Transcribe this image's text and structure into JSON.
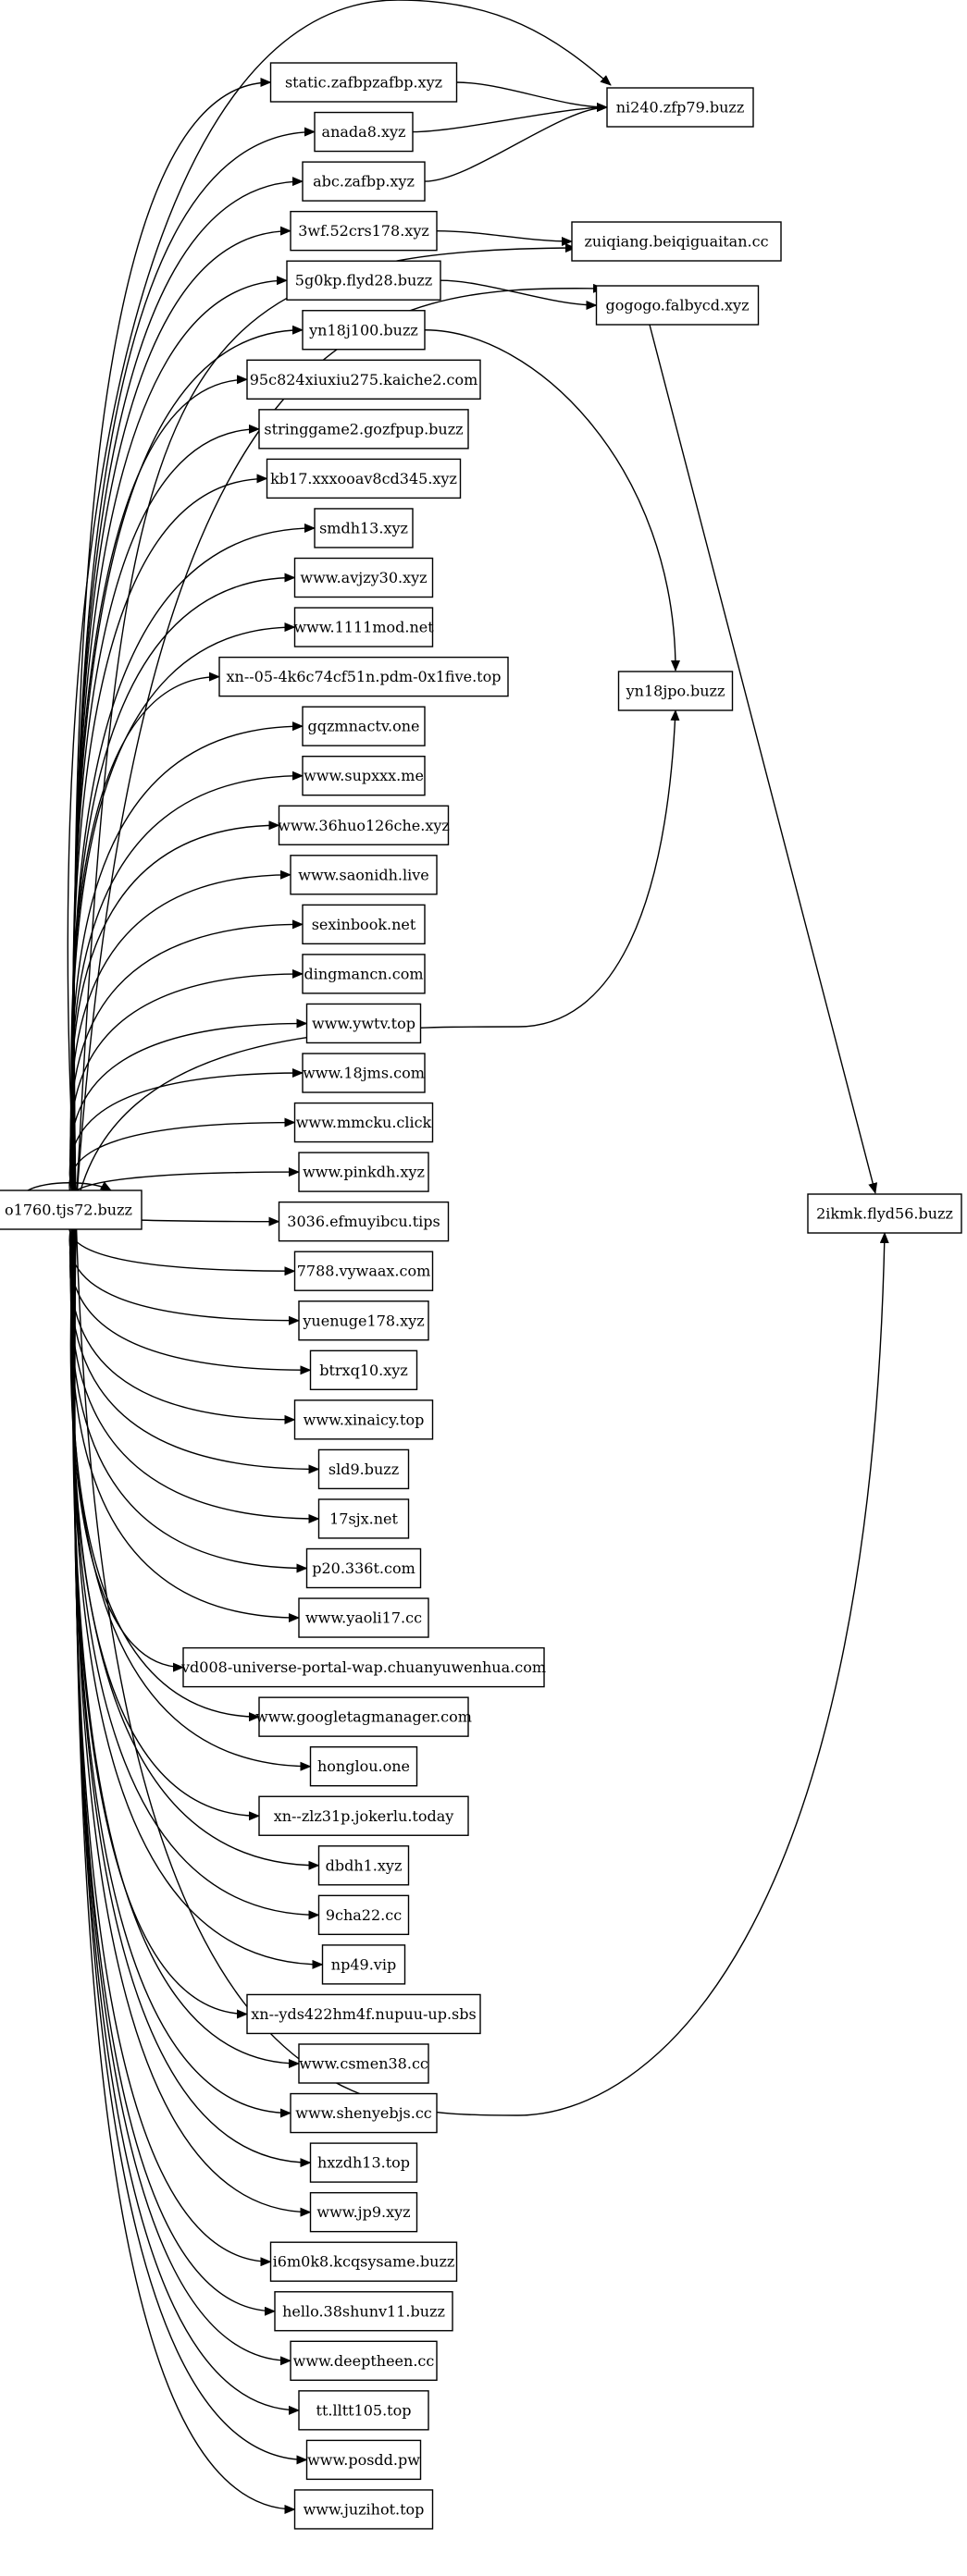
{
  "graph": {
    "source": "o1760.tjs72.buzz",
    "nodes": [
      "static.zafbpzafbp.xyz",
      "anada8.xyz",
      "abc.zafbp.xyz",
      "3wf.52crs178.xyz",
      "5g0kp.flyd28.buzz",
      "yn18j100.buzz",
      "95c824xiuxiu275.kaiche2.com",
      "stringgame2.gozfpup.buzz",
      "kb17.xxxooav8cd345.xyz",
      "smdh13.xyz",
      "www.avjzy30.xyz",
      "www.1111mod.net",
      "xn--05-4k6c74cf51n.pdm-0x1five.top",
      "gqzmnactv.one",
      "www.supxxx.me",
      "www.36huo126che.xyz",
      "www.saonidh.live",
      "sexinbook.net",
      "dingmancn.com",
      "www.ywtv.top",
      "www.18jms.com",
      "www.mmcku.click",
      "www.pinkdh.xyz",
      "3036.efmuyibcu.tips",
      "7788.vywaax.com",
      "yuenuge178.xyz",
      "btrxq10.xyz",
      "www.xinaicy.top",
      "sld9.buzz",
      "17sjx.net",
      "p20.336t.com",
      "www.yaoli17.cc",
      "vd008-universe-portal-wap.chuanyuwenhua.com",
      "www.googletagmanager.com",
      "honglou.one",
      "xn--zlz31p.jokerlu.today",
      "dbdh1.xyz",
      "9cha22.cc",
      "np49.vip",
      "xn--yds422hm4f.nupuu-up.sbs",
      "www.csmen38.cc",
      "www.shenyebjs.cc",
      "hxzdh13.top",
      "www.jp9.xyz",
      "i6m0k8.kcqsysame.buzz",
      "hello.38shunv11.buzz",
      "www.deeptheen.cc",
      "tt.lltt105.top",
      "www.posdd.pw",
      "www.juzihot.top"
    ],
    "right_nodes": [
      "ni240.zfp79.buzz",
      "zuiqiang.beiqiguaitan.cc",
      "gogogo.falbycd.xyz",
      "yn18jpo.buzz",
      "2ikmk.flyd56.buzz"
    ],
    "edges": [
      [
        "o1760.tjs72.buzz",
        "ni240.zfp79.buzz"
      ],
      [
        "o1760.tjs72.buzz",
        "zuiqiang.beiqiguaitan.cc"
      ],
      [
        "o1760.tjs72.buzz",
        "gogogo.falbycd.xyz"
      ],
      [
        "o1760.tjs72.buzz",
        "yn18jpo.buzz"
      ],
      [
        "o1760.tjs72.buzz",
        "2ikmk.flyd56.buzz"
      ],
      [
        "static.zafbpzafbp.xyz",
        "ni240.zfp79.buzz"
      ],
      [
        "anada8.xyz",
        "ni240.zfp79.buzz"
      ],
      [
        "abc.zafbp.xyz",
        "ni240.zfp79.buzz"
      ],
      [
        "3wf.52crs178.xyz",
        "zuiqiang.beiqiguaitan.cc"
      ],
      [
        "5g0kp.flyd28.buzz",
        "gogogo.falbycd.xyz"
      ],
      [
        "yn18j100.buzz",
        "yn18jpo.buzz"
      ],
      [
        "gogogo.falbycd.xyz",
        "2ikmk.flyd56.buzz"
      ]
    ]
  }
}
